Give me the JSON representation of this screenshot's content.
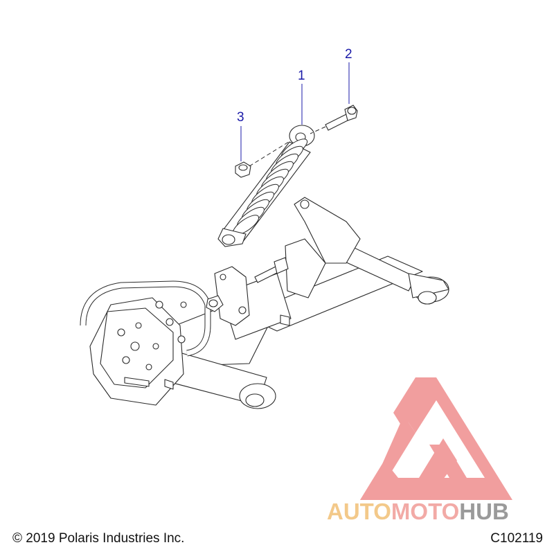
{
  "callouts": [
    {
      "num": "1"
    },
    {
      "num": "2"
    },
    {
      "num": "3"
    }
  ],
  "footer": {
    "copyright": "© 2019 Polaris Industries Inc.",
    "diagram_code": "C102119"
  },
  "watermark": {
    "part1": "AUTO",
    "part2": "MOTO",
    "part3": "HUB",
    "colors": {
      "logo_red": "#ef8e8e",
      "auto": "#f3c98a",
      "moto": "#f2aaa6",
      "hub": "#9a9a9a"
    }
  },
  "colors": {
    "line": "#2a2a2a",
    "callout": "#1a1aa8"
  }
}
